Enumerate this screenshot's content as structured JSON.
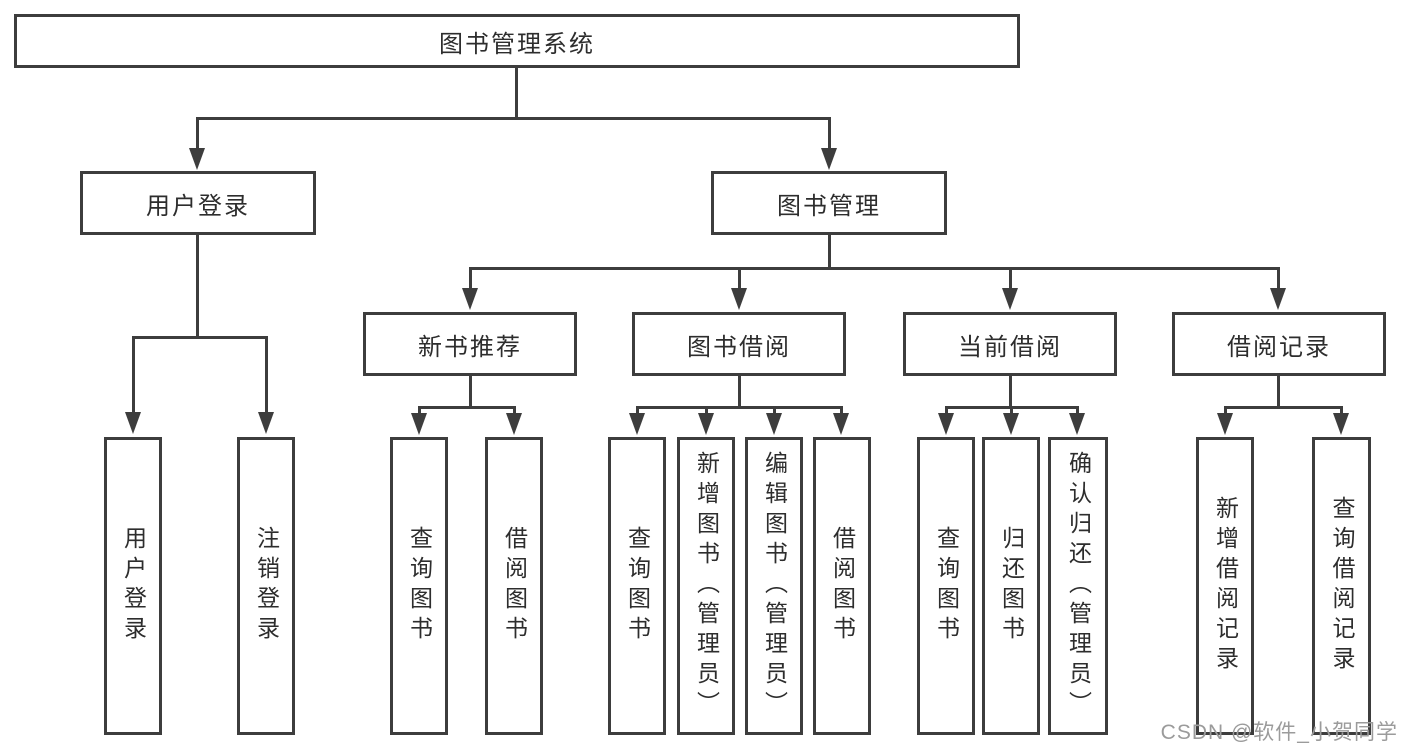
{
  "diagram": {
    "root": {
      "label": "图书管理系统"
    },
    "level2": [
      {
        "label": "用户登录"
      },
      {
        "label": "图书管理"
      }
    ],
    "level3": [
      {
        "label": "新书推荐"
      },
      {
        "label": "图书借阅"
      },
      {
        "label": "当前借阅"
      },
      {
        "label": "借阅记录"
      }
    ],
    "leaves": {
      "user_login": [
        "用户登录",
        "注销登录"
      ],
      "new_book": [
        "查询图书",
        "借阅图书"
      ],
      "book_borrow": [
        "查询图书",
        "新增图书（管理员）",
        "编辑图书（管理员）",
        "借阅图书"
      ],
      "current_borrow": [
        "查询图书",
        "归还图书",
        "确认归还（管理员）"
      ],
      "borrow_record": [
        "新增借阅记录",
        "查询借阅记录"
      ]
    },
    "colors": {
      "line": "#3d3d3d",
      "text": "#2d2d2d",
      "background": "#ffffff"
    }
  },
  "watermark": {
    "text": "CSDN @软件_小贺同学",
    "color": "#9b9b9b"
  }
}
